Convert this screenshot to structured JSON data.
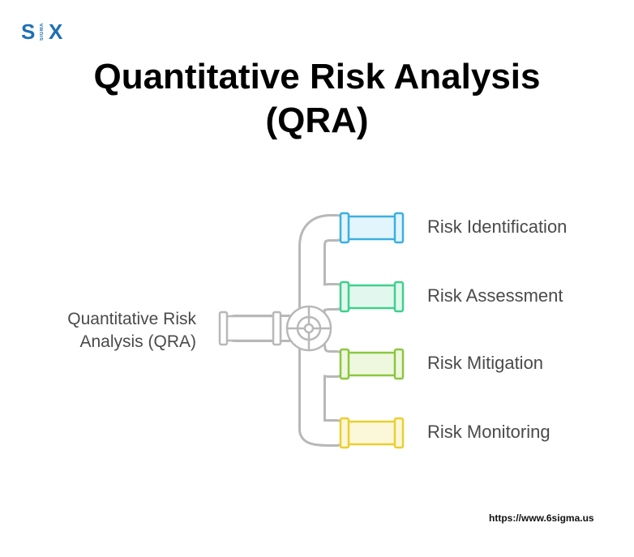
{
  "logo": {
    "left": "S",
    "middle": "SIGMA",
    "right": "X",
    "color": "#1e6fb3"
  },
  "title": {
    "line1": "Quantitative Risk Analysis",
    "line2": "(QRA)"
  },
  "source": {
    "line1": "Quantitative Risk",
    "line2": "Analysis (QRA)"
  },
  "branches": [
    {
      "label": "Risk Identification",
      "stroke": "#3ab0e2",
      "fill": "#e3f5fc"
    },
    {
      "label": "Risk Assessment",
      "stroke": "#3fcf8e",
      "fill": "#e2f8ee"
    },
    {
      "label": "Risk Mitigation",
      "stroke": "#8cc63f",
      "fill": "#eef8df"
    },
    {
      "label": "Risk Monitoring",
      "stroke": "#e9cf2f",
      "fill": "#fcf7d8"
    }
  ],
  "pipe_color": "#b8b8b8",
  "url": "https://www.6sigma.us"
}
